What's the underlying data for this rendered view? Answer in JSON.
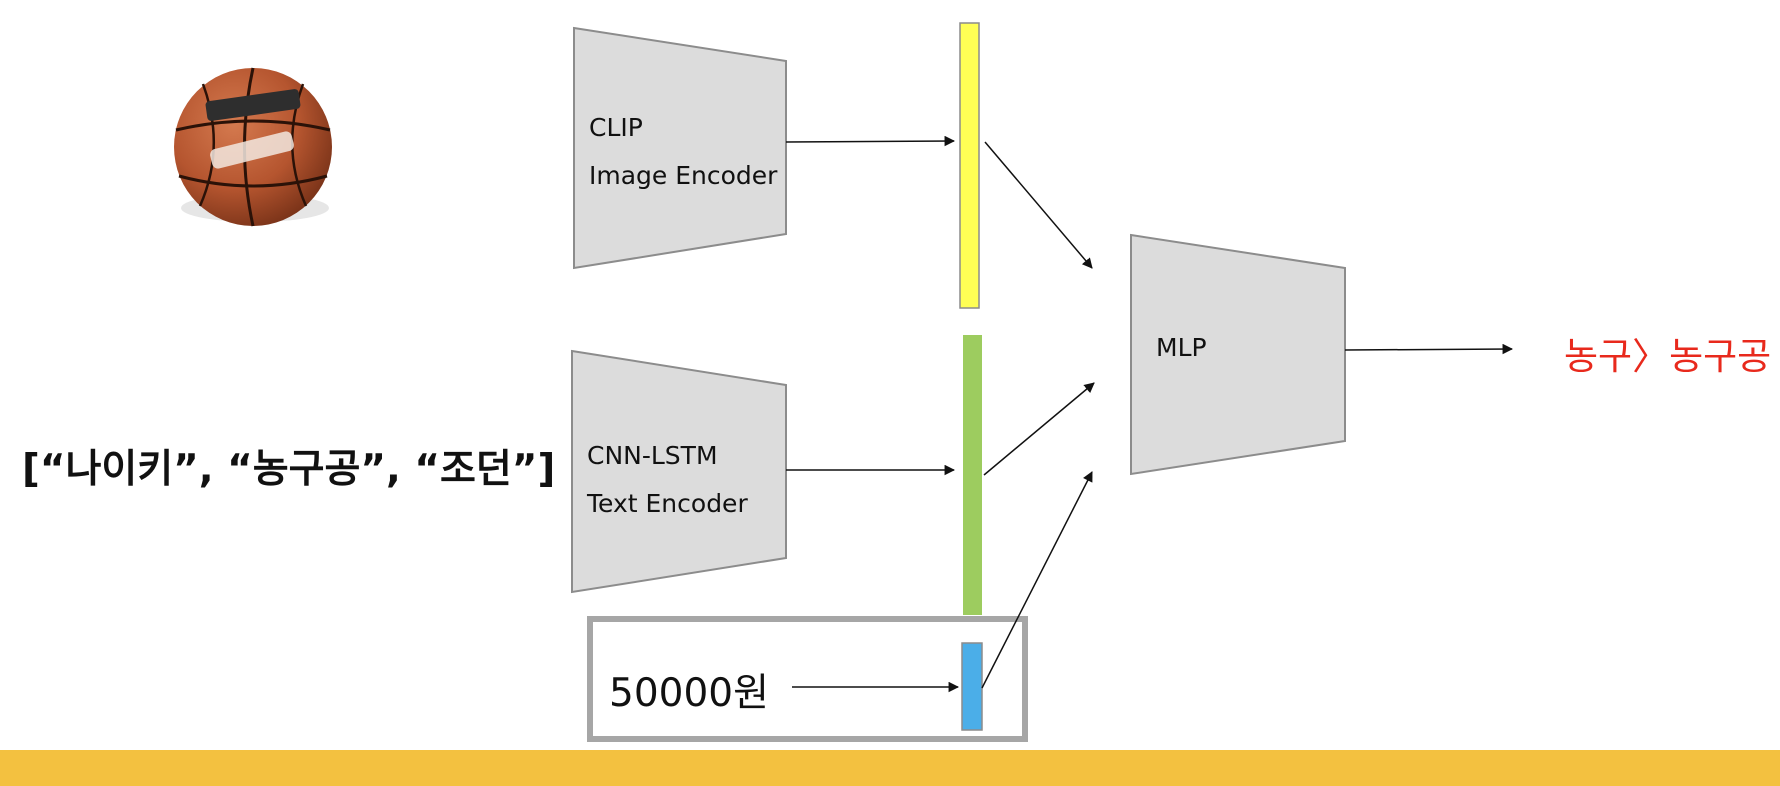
{
  "image_encoder": {
    "line1": "CLIP",
    "line2": "Image Encoder",
    "embedding_color": "#ffff55"
  },
  "text_encoder": {
    "line1": "CNN-LSTM",
    "line2": "Text Encoder",
    "embedding_color": "#9dcc5f"
  },
  "keywords_text": "[“나이키”, “농구공”, “조던”]",
  "price": {
    "text": "50000원",
    "embedding_color": "#4baee8",
    "box_color": "#a6a6a6"
  },
  "mlp": {
    "label": "MLP"
  },
  "output": {
    "text": "농구〉농구공",
    "color": "#e8291c"
  },
  "input_image": {
    "subject": "basketball",
    "ball_color": "#b5552f"
  },
  "colors": {
    "encoder_fill": "#dcdcdc",
    "encoder_stroke": "#8c8c8c",
    "arrow": "#111111",
    "bottom_bar": "#f3c140"
  }
}
